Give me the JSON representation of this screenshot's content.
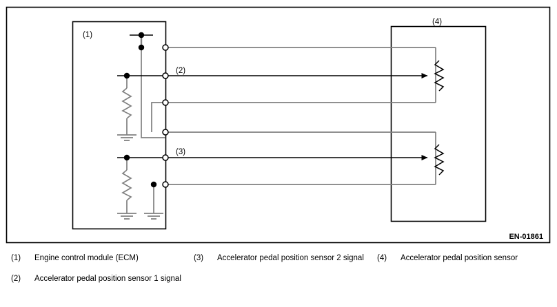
{
  "diagram": {
    "code_label": "EN-01861",
    "callouts": {
      "ecm": "(1)",
      "sensor1_signal": "(2)",
      "sensor2_signal": "(3)",
      "sensor": "(4)"
    },
    "blocks": [
      {
        "id": "ecm",
        "ref": "(1)",
        "name": "Engine control module (ECM)"
      },
      {
        "id": "app-sensor",
        "ref": "(4)",
        "name": "Accelerator pedal position sensor"
      }
    ],
    "signals": [
      {
        "ref": "(2)",
        "name": "Accelerator pedal position sensor 1 signal"
      },
      {
        "ref": "(3)",
        "name": "Accelerator pedal position sensor 2 signal"
      }
    ],
    "components": [
      {
        "type": "resistor",
        "name": "pull-down-resistor-1"
      },
      {
        "type": "resistor",
        "name": "pull-down-resistor-2"
      },
      {
        "type": "ground",
        "name": "ecm-ground-1"
      },
      {
        "type": "ground",
        "name": "ecm-ground-2"
      },
      {
        "type": "ground",
        "name": "ecm-ground-3"
      },
      {
        "type": "potentiometer",
        "name": "sensor-1-potentiometer"
      },
      {
        "type": "potentiometer",
        "name": "sensor-2-potentiometer"
      }
    ],
    "colors": {
      "wire_signal": "#000000",
      "wire_power": "#808080",
      "frame": "#000000",
      "terminal_fill": "#ffffff",
      "junction": "#000000",
      "background": "#ffffff"
    }
  },
  "legend": {
    "items": [
      {
        "num": "(1)",
        "text": "Engine control module (ECM)"
      },
      {
        "num": "(2)",
        "text": "Accelerator pedal position sensor 1 signal"
      },
      {
        "num": "(3)",
        "text": "Accelerator pedal position sensor 2 signal"
      },
      {
        "num": "(4)",
        "text": "Accelerator pedal position sensor"
      }
    ]
  }
}
